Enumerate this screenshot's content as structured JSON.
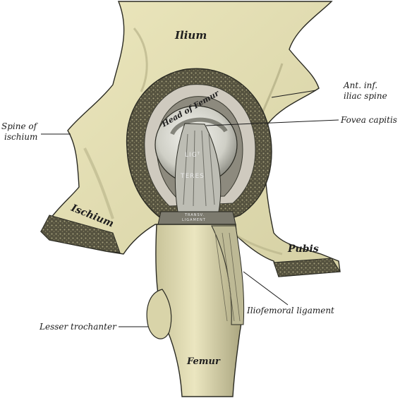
{
  "labels": {
    "ilium": "Ilium",
    "ant_inf_iliac_spine_line1": "Ant. inf.",
    "ant_inf_iliac_spine_line2": "iliac spine",
    "spine_of_ischium_line1": "Spine of",
    "spine_of_ischium_line2": "ischium",
    "head_of_femur": "Head of Femur",
    "fovea_capitis": "Fovea capitis",
    "ligt": "LIGᵀ",
    "teres": "TERES",
    "transv_ligament_line1": "TRANSV.",
    "transv_ligament_line2": "LIGAMENT",
    "ischium": "Ischium",
    "pubis": "Pubis",
    "iliofemoral_ligament": "Iliofemoral ligament",
    "lesser_trochanter": "Lesser trochanter",
    "femur": "Femur"
  },
  "colors": {
    "bone": "#e6e1b6",
    "bone_shadow": "#b6b28a",
    "cartilage": "#d9d9cf",
    "cancellous": "#3a3a30",
    "ink": "#1b1b1b"
  }
}
